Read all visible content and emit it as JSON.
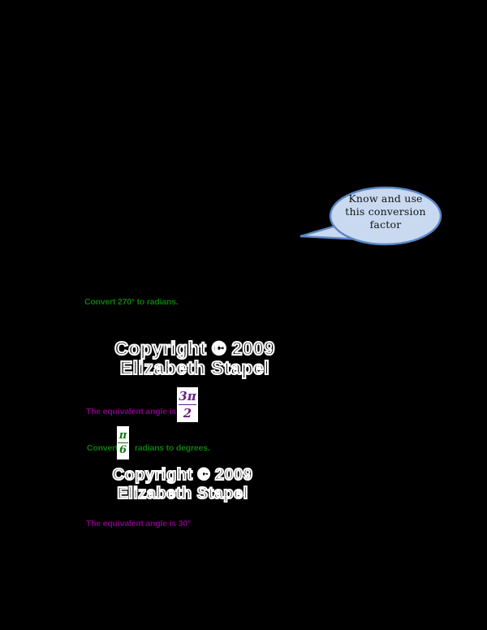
{
  "callout": {
    "lines": [
      "Know and use",
      "this conversion",
      "factor"
    ]
  },
  "example1": {
    "prompt": "Convert 270° to radians.",
    "answer_prefix": "The equivalent angle is",
    "answer_fraction_numerator": "3π",
    "answer_fraction_denominator": "2"
  },
  "example2": {
    "prompt_prefix": "Convert",
    "fraction_numerator": "π",
    "fraction_denominator": "6",
    "prompt_suffix": "radians to degrees.",
    "answer": "The equivalent angle is 30°"
  },
  "watermark1": {
    "line1": "Copyright © 2009",
    "line2": "Elizabeth Stapel"
  },
  "watermark2": {
    "line1": "Copyright © 2009",
    "line2": "Elizabeth Stapel"
  },
  "colors": {
    "page_background": "#000000",
    "callout_fill": "#c9d9f0",
    "callout_border": "#5c86c4",
    "prompt_green": "#0b7d0b",
    "answer_purple": "#800080",
    "fraction_purple": "#6b1f87",
    "fraction_green": "#0f7a0f",
    "watermark_white": "#ffffff"
  }
}
